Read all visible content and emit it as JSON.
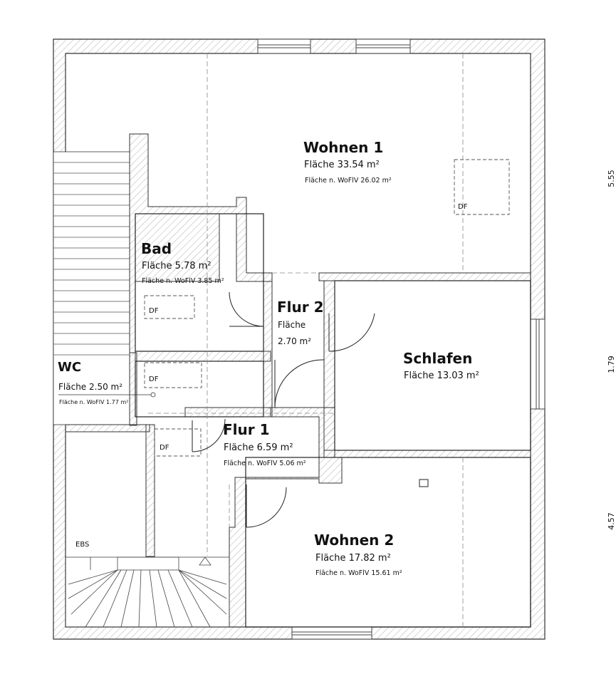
{
  "rooms": {
    "wohnen1": {
      "name": "Wohnen 1",
      "flaeche": "Fläche 33.54 m²",
      "woflv": "Fläche n. WoFlV 26.02 m²"
    },
    "bad": {
      "name": "Bad",
      "flaeche": "Fläche 5.78 m²",
      "woflv": "Fläche n. WoFlV 3.85 m²"
    },
    "flur2": {
      "name": "Flur 2",
      "flaeche_line1": "Fläche",
      "flaeche_line2": "2.70 m²"
    },
    "schlafen": {
      "name": "Schlafen",
      "flaeche": "Fläche 13.03 m²"
    },
    "wc": {
      "name": "WC",
      "flaeche": "Fläche 2.50 m²",
      "woflv": "Fläche n. WoFlV 1.77 m²"
    },
    "flur1": {
      "name": "Flur 1",
      "flaeche": "Fläche 6.59 m²",
      "woflv": "Fläche n. WoFlV 5.06 m²"
    },
    "wohnen2": {
      "name": "Wohnen 2",
      "flaeche": "Fläche 17.82 m²",
      "woflv": "Fläche n. WoFlV 15.61 m²"
    }
  },
  "markers": {
    "df": "DF",
    "ebs": "EBS"
  },
  "dimensions": [
    "5.55",
    "1.79",
    "4.57"
  ]
}
